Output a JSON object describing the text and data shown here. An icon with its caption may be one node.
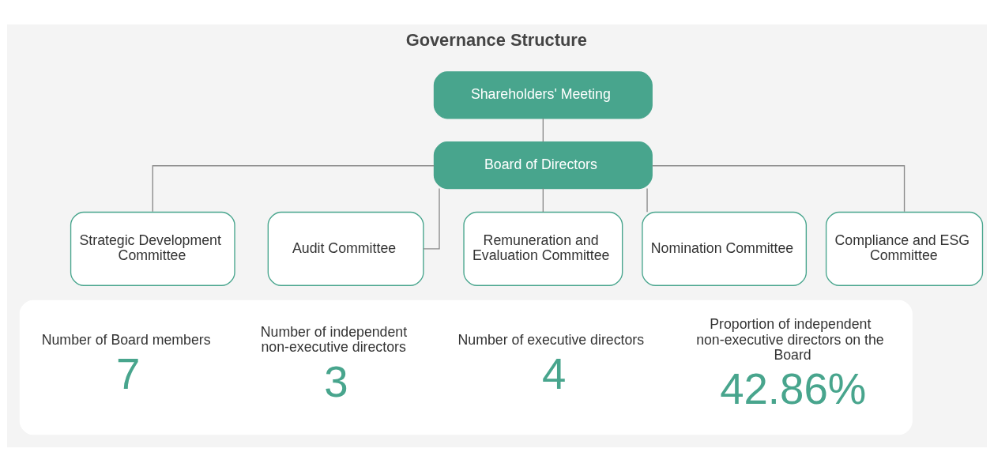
{
  "diagram": {
    "title": "Governance Structure",
    "nodes": [
      {
        "text": [
          "Shareholders' Meeting"
        ]
      },
      {
        "text": [
          "Board of Directors"
        ]
      },
      {
        "text": [
          "Strategic Development Committee"
        ]
      },
      {
        "text": [
          "Audit Committee"
        ]
      },
      {
        "text": [
          "Remuneration and Evaluation Committee"
        ]
      },
      {
        "text": [
          "Nomination Committee"
        ]
      },
      {
        "text": [
          "Compliance and ESG Committee"
        ]
      },
      {
        "text": [],
        "shape": "box"
      },
      {
        "text": [
          "Number of Board members",
          "7"
        ],
        "in": 7
      },
      {
        "text": [
          "Number of independent non-executive directors",
          "3"
        ],
        "in": 7
      },
      {
        "text": [
          "Number of executive directors",
          "4"
        ],
        "in": 7
      },
      {
        "text": [
          "Proportion of independent non-executive directors on the Board",
          "42.86%"
        ],
        "in": 7
      }
    ],
    "edges": [
      {
        "from": 0,
        "to": 1,
        "arrow": "none"
      },
      {
        "from": 1,
        "to": 2,
        "arrow": "none"
      },
      {
        "from": 1,
        "to": 3,
        "arrow": "none"
      },
      {
        "from": 1,
        "to": 4,
        "arrow": "none"
      },
      {
        "from": 1,
        "to": 5,
        "arrow": "none"
      },
      {
        "from": 1,
        "to": 6,
        "arrow": "none"
      }
    ]
  }
}
